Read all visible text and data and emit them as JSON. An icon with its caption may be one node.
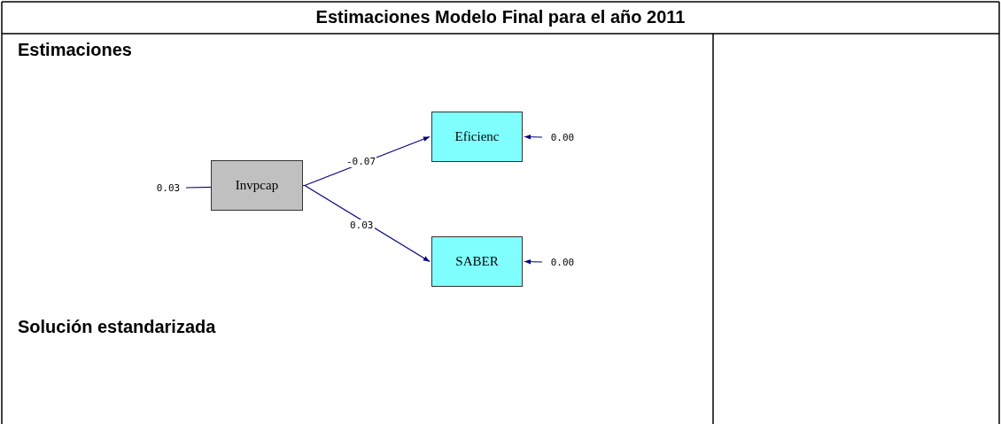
{
  "diagram": {
    "title": "Estimaciones Modelo Final para el año 2011",
    "nodes": [
      {
        "text": [
          "Invpcap"
        ]
      },
      {
        "text": [
          "Eficienc"
        ]
      },
      {
        "text": [
          "SABER"
        ]
      },
      {
        "text": [
          "0.03"
        ]
      },
      {
        "text": [
          "0.00"
        ]
      },
      {
        "text": [
          "0.00"
        ]
      }
    ],
    "edges": [
      {
        "from": 0,
        "to": 1,
        "arrow": "to",
        "label": "-0.07"
      },
      {
        "from": 0,
        "to": 2,
        "arrow": "to",
        "label": "0.03"
      },
      {
        "from": 3,
        "to": 0,
        "arrow": "none"
      },
      {
        "from": 4,
        "to": 1,
        "arrow": "to"
      },
      {
        "from": 5,
        "to": 2,
        "arrow": "to"
      }
    ],
    "labels": [
      "Estimaciones",
      "Solución estandarizada"
    ]
  }
}
